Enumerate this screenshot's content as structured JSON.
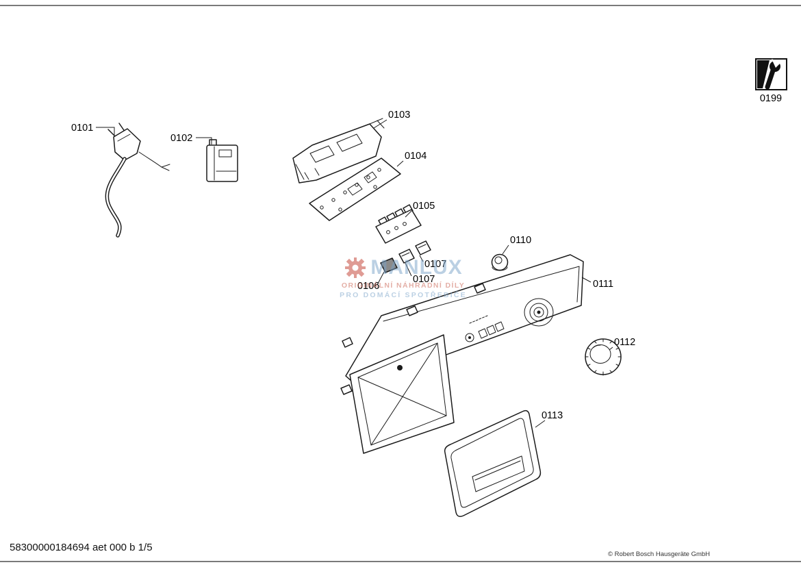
{
  "parts": {
    "p0101": "0101",
    "p0102": "0102",
    "p0103": "0103",
    "p0104": "0104",
    "p0105": "0105",
    "p0106": "0106",
    "p0107": "0107",
    "p0110": "0110",
    "p0111": "0111",
    "p0112": "0112",
    "p0113": "0113",
    "p0199": "0199"
  },
  "watermark": {
    "brand": "MANLUX",
    "tagline1": "ORIGINÁLNÍ NÁHRADNÍ DÍLY",
    "tagline2": "PRO DOMÁCÍ SPOTŘEBIČE",
    "accent_red": "#c9604e",
    "accent_blue": "#7aa3c9"
  },
  "footer": {
    "document_number": "58300000184694 aet 000 b 1/5",
    "copyright": "© Robert Bosch Hausgeräte GmbH"
  },
  "colors": {
    "line": "#1a1a1a",
    "background": "#ffffff"
  }
}
